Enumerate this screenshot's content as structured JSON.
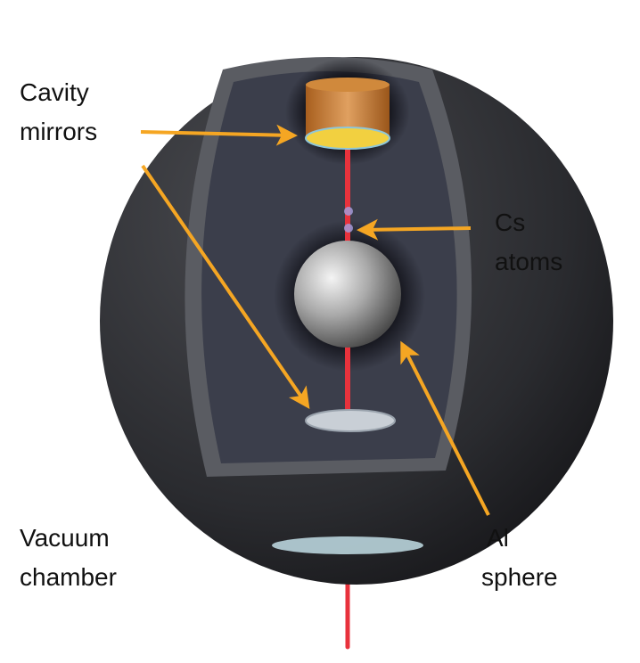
{
  "labels": {
    "cavity_mirrors": [
      "Cavity",
      "mirrors"
    ],
    "cs_atoms": [
      "Cs",
      "atoms"
    ],
    "vacuum_chamber": [
      "Vacuum",
      "chamber"
    ],
    "al_sphere": [
      "Al",
      "sphere"
    ]
  },
  "colors": {
    "arrow": "#f5a623",
    "laser": "#e8323c",
    "chamber": "#2b2c30",
    "interior": "#3b3e4b",
    "mirror_copper": "#c97a2a",
    "mirror_face": "#f2d040"
  }
}
